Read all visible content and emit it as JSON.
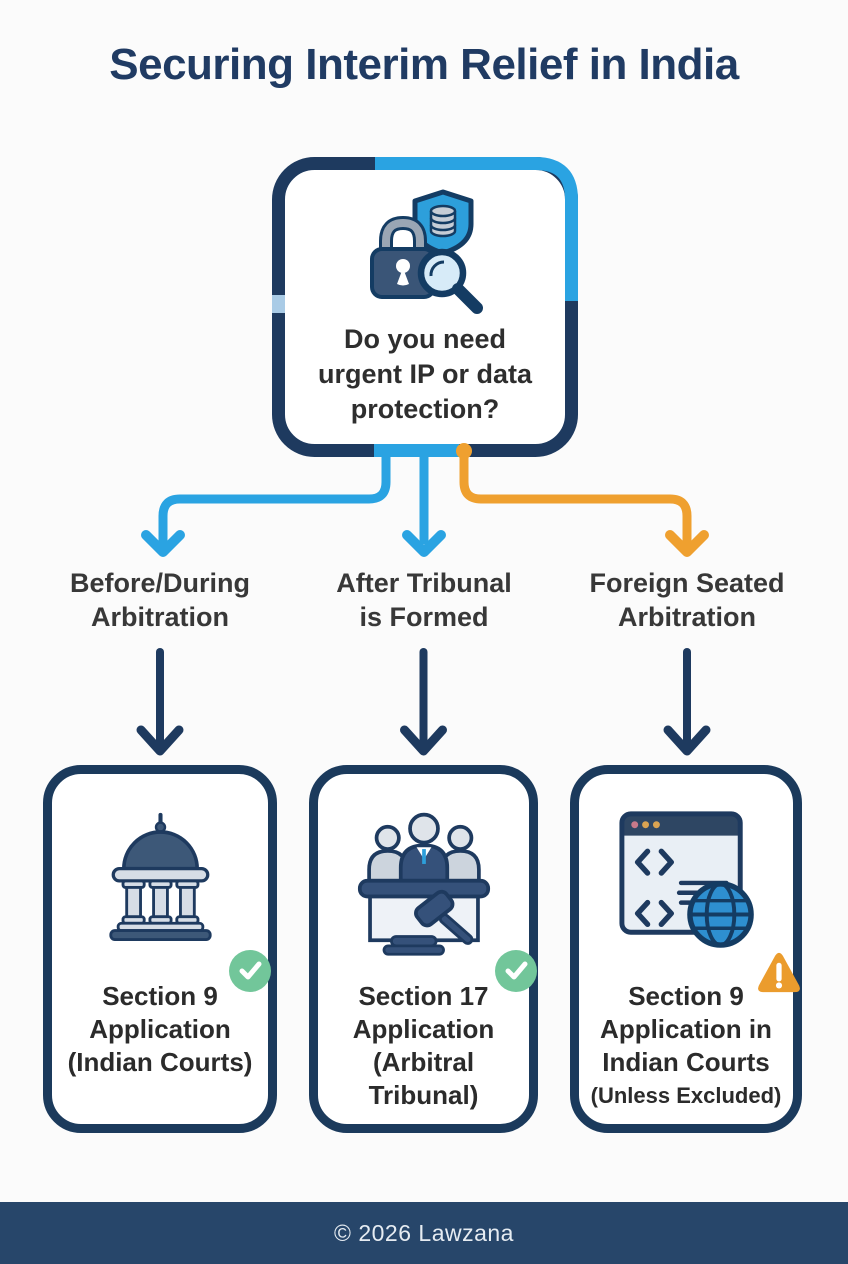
{
  "title": "Securing Interim Relief in India",
  "decision_box": {
    "icon": "lock-shield-magnifier-icon",
    "question_lines": [
      "Do you need",
      "urgent IP or data",
      "protection?"
    ]
  },
  "branches": [
    {
      "id": "before-during-arbitration",
      "label_lines": [
        "Before/During",
        "Arbitration"
      ],
      "connector_color": "#2aa3e2"
    },
    {
      "id": "after-tribunal-formed",
      "label_lines": [
        "After Tribunal",
        "is Formed"
      ],
      "connector_color": "#2aa3e2"
    },
    {
      "id": "foreign-seated-arbitration",
      "label_lines": [
        "Foreign Seated",
        "Arbitration"
      ],
      "connector_color": "#efa02f"
    }
  ],
  "outcomes": [
    {
      "icon": "courthouse-icon",
      "badge": "check-badge",
      "lines": [
        "Section 9",
        "Application",
        "(Indian Courts)"
      ]
    },
    {
      "icon": "tribunal-gavel-icon",
      "badge": "check-badge",
      "lines": [
        "Section 17",
        "Application",
        "(Arbitral",
        "Tribunal)"
      ]
    },
    {
      "icon": "browser-globe-icon",
      "badge": "warning-badge",
      "lines": [
        "Section 9",
        "Application in",
        "Indian Courts",
        "(Unless Excluded)"
      ]
    }
  ],
  "footer": {
    "copyright": "© 2026 Lawzana"
  },
  "colors": {
    "navy": "#1e3a5f",
    "bright_blue": "#2aa3e2",
    "orange": "#efa02f",
    "green_check": "#72c69a",
    "text_dark": "#2e2e2e",
    "footer_bg": "#27466a",
    "icon_slate": "#3d5878",
    "background": "#fbfbfb"
  }
}
